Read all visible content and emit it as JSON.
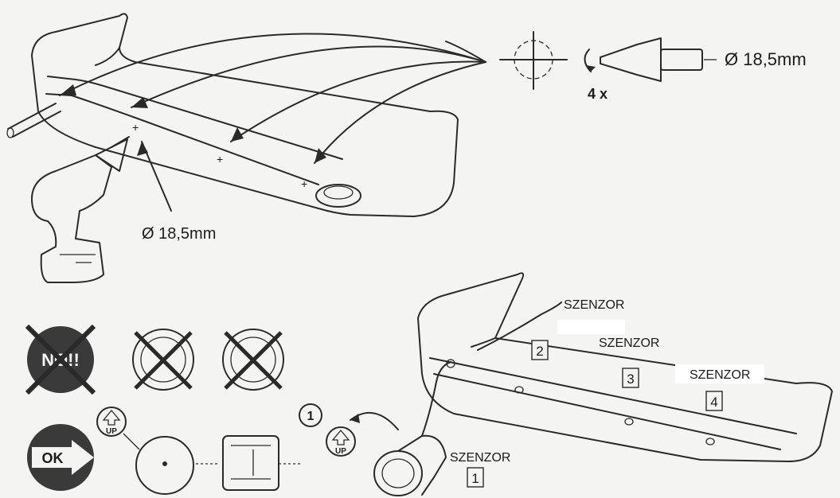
{
  "top": {
    "diameter_label": "Ø 18,5mm",
    "drill_label": "Ø 18,5mm",
    "count_label": "4 x"
  },
  "sensors": {
    "label": "SZENZOR",
    "numbers": [
      "1",
      "2",
      "3",
      "4"
    ]
  },
  "orientation": {
    "wrong_badge_text": "NO!!",
    "ok_badge_text": "OK",
    "up_text": "UP",
    "step_number": "1"
  },
  "colors": {
    "ink": "#2a2a2a",
    "paper": "#f4f4f2",
    "badge": "#3a3a3a"
  }
}
